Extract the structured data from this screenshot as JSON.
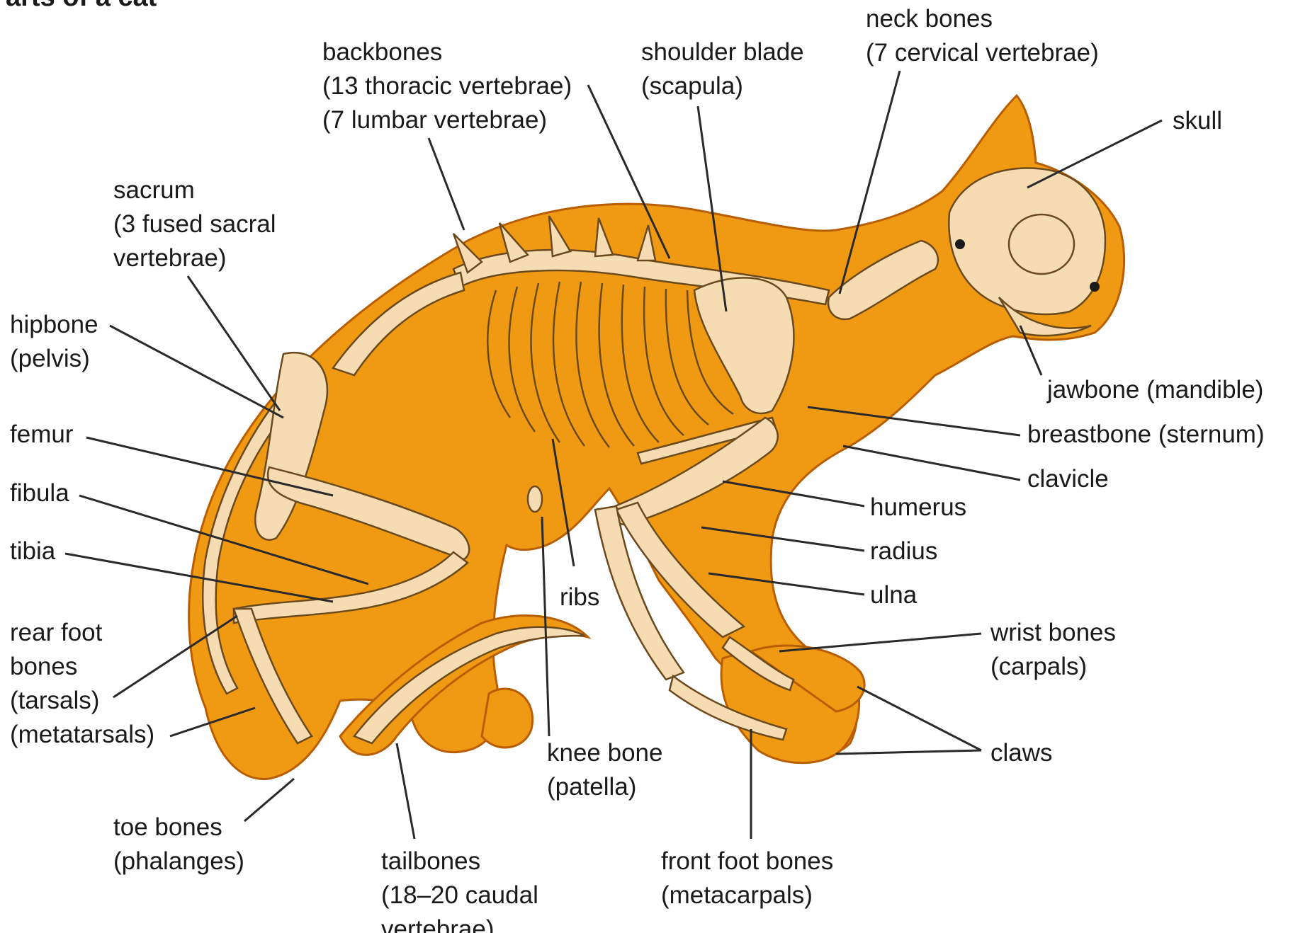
{
  "title": "arts of a cat",
  "colors": {
    "body": "#f09a14",
    "body_outline": "#b85e00",
    "bone": "#f6dcb2",
    "bone_outline": "#6b4a1e",
    "leader": "#2a2a2a",
    "text": "#1a1a1a"
  },
  "labels": {
    "backbones": [
      "backbones",
      "(13 thoracic vertebrae)",
      "(7 lumbar vertebrae)"
    ],
    "shoulder_blade": [
      "shoulder blade",
      "(scapula)"
    ],
    "neck_bones": [
      "neck bones",
      "(7 cervical vertebrae)"
    ],
    "skull": [
      "skull"
    ],
    "sacrum": [
      "sacrum",
      "(3 fused sacral",
      "vertebrae)"
    ],
    "hipbone": [
      "hipbone",
      "(pelvis)"
    ],
    "femur": [
      "femur"
    ],
    "fibula": [
      "fibula"
    ],
    "tibia": [
      "tibia"
    ],
    "rear_foot": [
      "rear foot",
      "bones",
      "(tarsals)",
      "(metatarsals)"
    ],
    "toe_bones": [
      "toe bones",
      "(phalanges)"
    ],
    "tailbones": [
      "tailbones",
      "(18–20 caudal",
      "vertebrae)"
    ],
    "knee_bone": [
      "knee bone",
      "(patella)"
    ],
    "ribs": [
      "ribs"
    ],
    "front_foot": [
      "front foot bones",
      "(metacarpals)"
    ],
    "jawbone": [
      "jawbone (mandible)"
    ],
    "breastbone": [
      "breastbone (sternum)"
    ],
    "clavicle": [
      "clavicle"
    ],
    "humerus": [
      "humerus"
    ],
    "radius": [
      "radius"
    ],
    "ulna": [
      "ulna"
    ],
    "wrist_bones": [
      "wrist bones",
      "(carpals)"
    ],
    "claws": [
      "claws"
    ]
  }
}
